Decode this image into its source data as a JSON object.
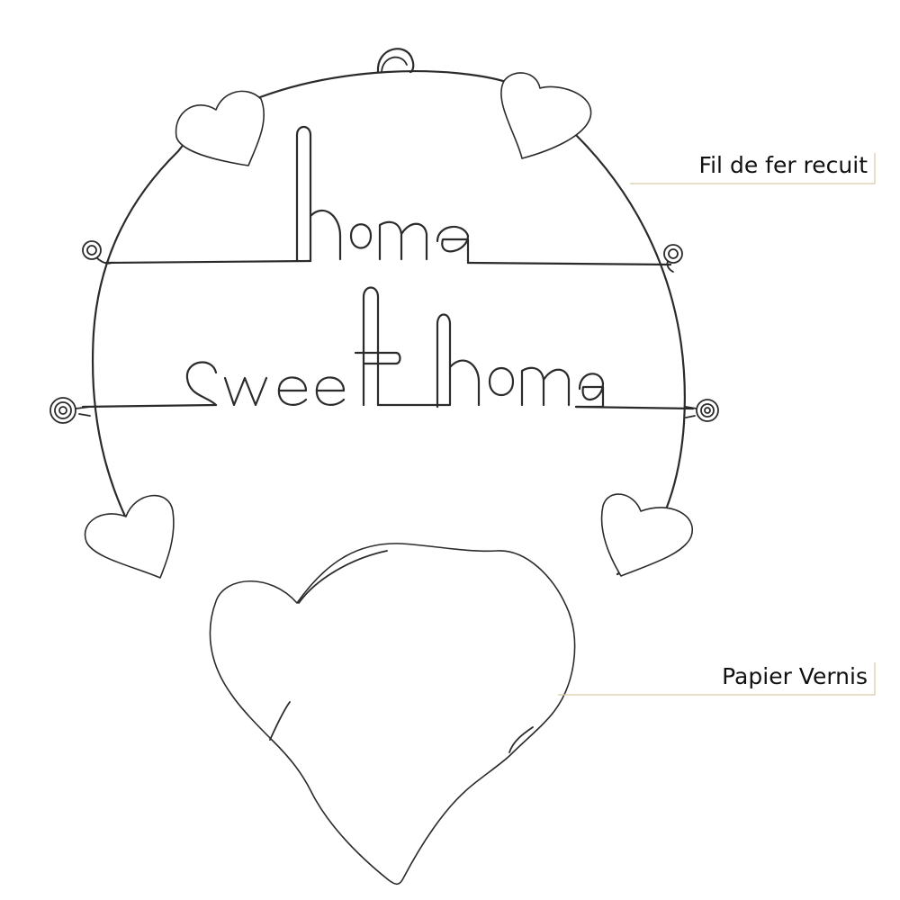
{
  "labels": {
    "wire": "Fil de fer recuit",
    "paper": "Papier Vernis"
  },
  "wire_text": {
    "line1": "home",
    "line2": "sweet home"
  },
  "colors": {
    "outline": "#2b2b2b",
    "leader": "#d8c9a6",
    "background": "#ffffff"
  }
}
